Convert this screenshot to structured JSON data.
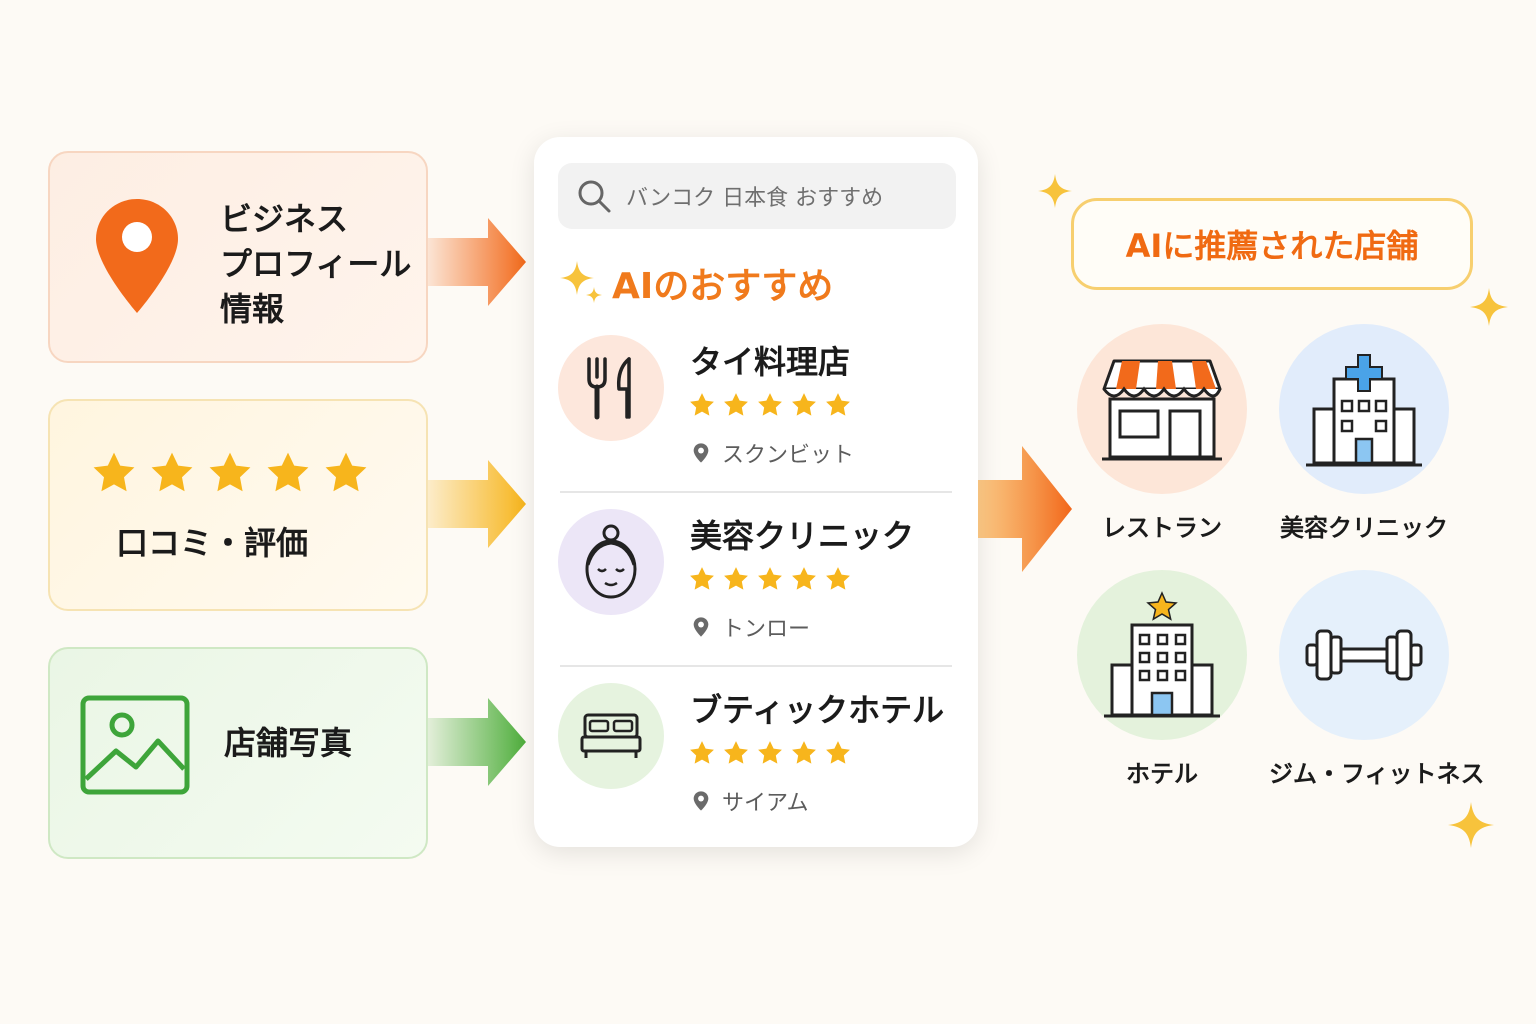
{
  "inputs": {
    "profile": {
      "label": "ビジネス\nプロフィール\n情報",
      "icon": "map-pin-icon"
    },
    "reviews": {
      "label": "口コミ・評価",
      "icon": "five-stars-icon"
    },
    "photos": {
      "label": "店舗写真",
      "icon": "image-icon"
    }
  },
  "panel": {
    "search_placeholder": "バンコク 日本食 おすすめ",
    "heading": "AIのおすすめ",
    "items": [
      {
        "name": "タイ料理店",
        "location": "スクンビット",
        "rating": 5,
        "icon": "fork-knife-icon"
      },
      {
        "name": "美容クリニック",
        "location": "トンロー",
        "rating": 5,
        "icon": "face-icon"
      },
      {
        "name": "ブティックホテル",
        "location": "サイアム",
        "rating": 5,
        "icon": "bed-icon"
      }
    ]
  },
  "result": {
    "title": "AIに推薦された店舗",
    "categories": [
      {
        "label": "レストラン",
        "icon": "storefront-icon"
      },
      {
        "label": "美容クリニック",
        "icon": "hospital-icon"
      },
      {
        "label": "ホテル",
        "icon": "hotel-building-icon"
      },
      {
        "label": "ジム・フィットネス",
        "icon": "dumbbell-icon"
      }
    ]
  },
  "colors": {
    "orange": "#f26a1b",
    "yellow": "#f7b51c",
    "green": "#4fae3c",
    "accent_text": "#f07a1c"
  }
}
